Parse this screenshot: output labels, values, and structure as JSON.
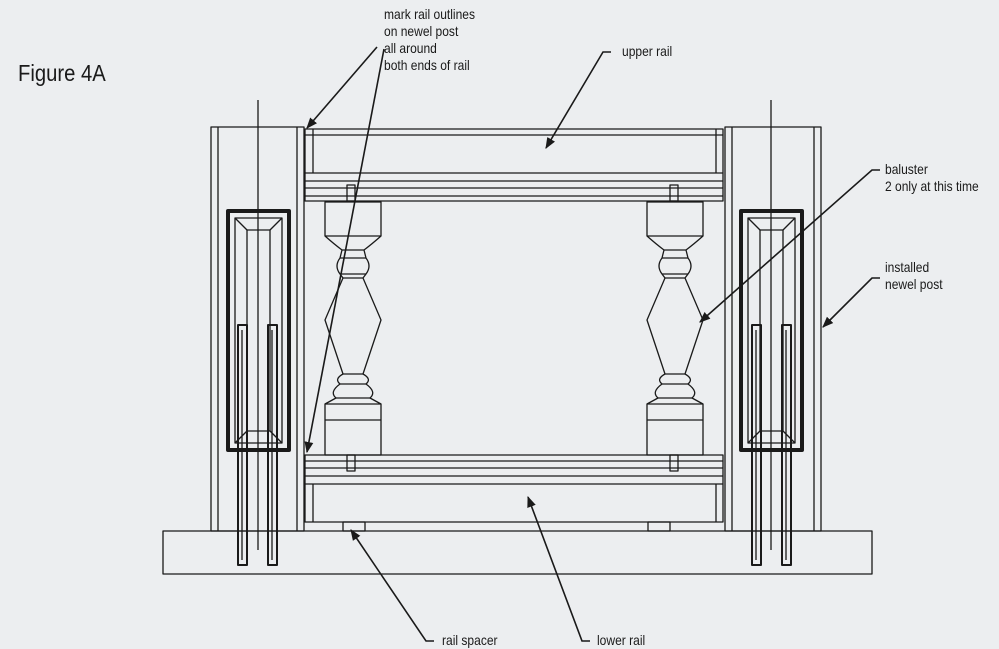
{
  "figure_title": "Figure 4A",
  "callouts": {
    "mark_rail_outlines": [
      "mark rail outlines",
      "on newel post",
      "all around",
      "both ends of rail"
    ],
    "upper_rail": "upper rail",
    "baluster": [
      "baluster",
      "2 only at this time"
    ],
    "installed_newel_post": [
      "installed",
      "newel post"
    ],
    "rail_spacer": "rail spacer",
    "lower_rail": "lower rail"
  },
  "colors": {
    "background": "#eceef0",
    "line": "#1a1a1a"
  }
}
